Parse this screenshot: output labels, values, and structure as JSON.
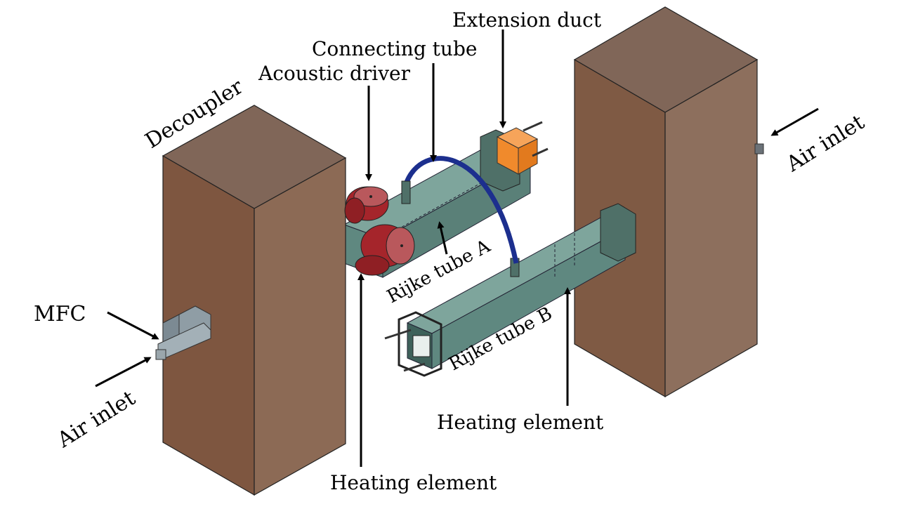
{
  "labels": {
    "extension_duct": "Extension duct",
    "connecting_tube": "Connecting tube",
    "acoustic_driver": "Acoustic driver",
    "decoupler": "Decoupler",
    "air_inlet_right": "Air inlet",
    "rijke_tube_a": "Rijke tube A",
    "rijke_tube_b": "Rijke tube B",
    "mfc": "MFC",
    "air_inlet_left": "Air inlet",
    "heating_element_right": "Heating element",
    "heating_element_bottom": "Heating element"
  },
  "colors": {
    "decoupler_front": "#7e5640",
    "decoupler_side": "#8c6a55",
    "decoupler_top": "#806658",
    "tube": "#5f8880",
    "tube_dark": "#3e615a",
    "tube_light": "#7ea59c",
    "driver": "#a5252b",
    "driver_face": "#b9585c",
    "connecting_tube": "#1c2f8e",
    "extension_duct": "#f08a2c",
    "mfc": "#7c8a93"
  },
  "icons": [
    "arrow-icon"
  ]
}
